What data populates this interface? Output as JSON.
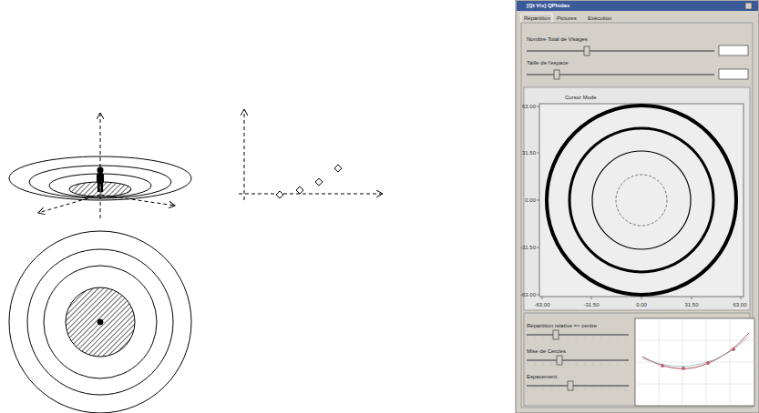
{
  "diagram": {
    "labels": [
      "[Qt Vis] QPhidas",
      "Répartition",
      "Pictures",
      "Exécution",
      "Nombre Total de Visages",
      "Taille de l'espace",
      "Cursor Mode",
      "63.00",
      "31.50",
      "0.00",
      "-31.50",
      "-63.00",
      "-63.00",
      "-31.50",
      "0.00",
      "31.50",
      "63.00",
      "Répartition relative => centre",
      "Mise de Cercles",
      "Espacement"
    ]
  }
}
